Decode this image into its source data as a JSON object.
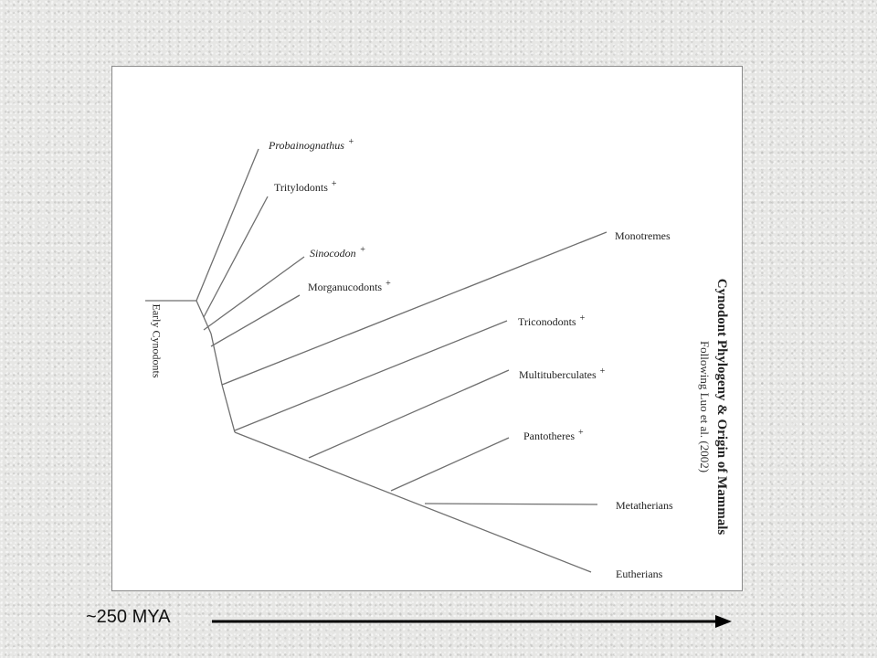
{
  "diagram": {
    "title": "Cynodont Phylogeny & Origin of Mammals",
    "subtitle": "Following Luo et al. (2002)",
    "root_label": "Early Cynodonts",
    "extinct_marker": "+",
    "taxa": [
      {
        "id": "probainognathus",
        "label": "Probainognathus",
        "italic": true,
        "extinct": true
      },
      {
        "id": "tritylodonts",
        "label": "Tritylodonts",
        "italic": false,
        "extinct": true
      },
      {
        "id": "sinocodon",
        "label": "Sinocodon",
        "italic": true,
        "extinct": true
      },
      {
        "id": "morganucodonts",
        "label": "Morganucodonts",
        "italic": false,
        "extinct": true
      },
      {
        "id": "monotremes",
        "label": "Monotremes",
        "italic": false,
        "extinct": false
      },
      {
        "id": "triconodonts",
        "label": "Triconodonts",
        "italic": false,
        "extinct": true
      },
      {
        "id": "multituberculates",
        "label": "Multituberculates",
        "italic": false,
        "extinct": true
      },
      {
        "id": "pantotheres",
        "label": "Pantotheres",
        "italic": false,
        "extinct": true
      },
      {
        "id": "metatherians",
        "label": "Metatherians",
        "italic": false,
        "extinct": false
      },
      {
        "id": "eutherians",
        "label": "Eutherians",
        "italic": false,
        "extinct": false
      }
    ]
  },
  "timeline": {
    "label": "~250 MYA"
  },
  "colors": {
    "line": "#6f6f6f",
    "arrow": "#000000"
  }
}
